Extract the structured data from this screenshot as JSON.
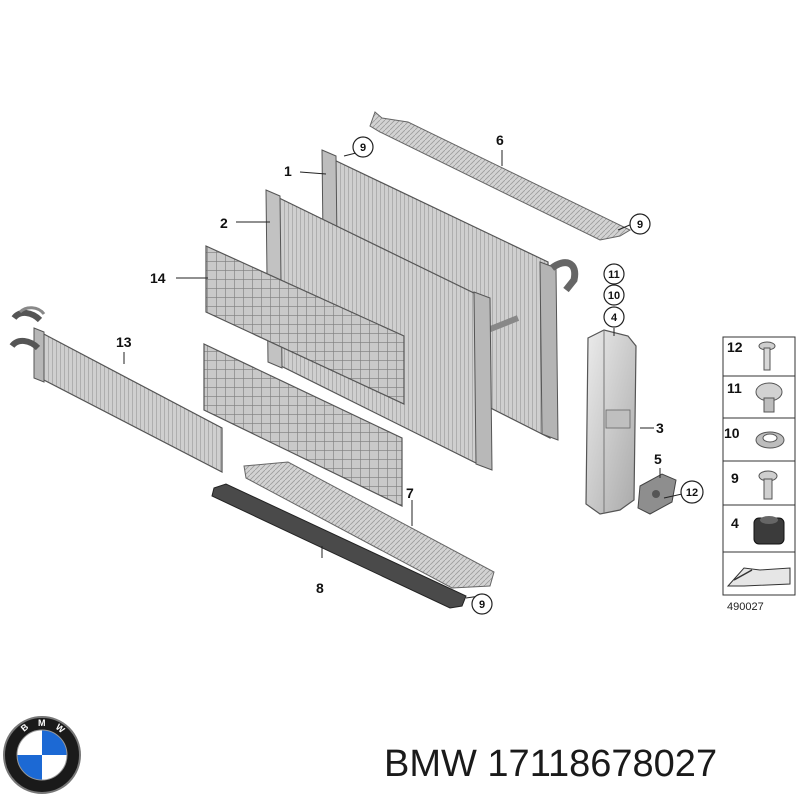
{
  "callouts": {
    "c1": "1",
    "c2": "2",
    "c3": "3",
    "c5": "5",
    "c6": "6",
    "c7": "7",
    "c8": "8",
    "c13": "13",
    "c14": "14"
  },
  "circled": {
    "n9_top": "9",
    "n9_right": "9",
    "n9_bottom": "9",
    "n11": "11",
    "n10": "10",
    "n4": "4",
    "n12": "12"
  },
  "legend": {
    "items": [
      {
        "num": "12",
        "icon": "bolt-icon"
      },
      {
        "num": "11",
        "icon": "rivet-icon"
      },
      {
        "num": "10",
        "icon": "grommet-ring-icon"
      },
      {
        "num": "9",
        "icon": "screw-icon"
      },
      {
        "num": "4",
        "icon": "rubber-mount-icon"
      }
    ],
    "arrow_icon": "installation-arrow-icon",
    "diagram_id": "490027"
  },
  "footer": {
    "text": "BMW 17118678027",
    "logo_letters": [
      "B",
      "M",
      "W"
    ]
  },
  "colors": {
    "part_fill": "#d6d6d6",
    "part_dark": "#9a9a9a",
    "seal_dark": "#4a4a4a",
    "bmw_blue": "#1c69d4",
    "bmw_black": "#111111"
  }
}
